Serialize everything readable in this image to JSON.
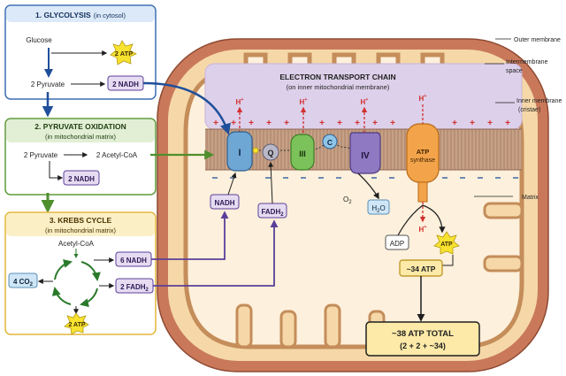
{
  "glycolysis": {
    "title": "1. GLYCOLYSIS",
    "location": "(in cytosol)",
    "glucose": "Glucose",
    "pyruvate": "2 Pyruvate",
    "atp": "2 ATP",
    "nadh": "2 NADH"
  },
  "pyruvate_oxidation": {
    "title": "2. PYRUVATE OXIDATION",
    "location": "(in mitochondrial matrix)",
    "input": "2 Pyruvate",
    "output": "2 Acetyl-CoA",
    "nadh": "2 NADH"
  },
  "krebs": {
    "title": "3. KREBS CYCLE",
    "location": "(in mitochondrial matrix)",
    "acetyl": "Acetyl-CoA",
    "nadh": "6 NADH",
    "fadh2_base": "2 FADH",
    "fadh2_sub": "2",
    "co2_base": "4 CO",
    "co2_sub": "2",
    "atp": "2 ATP"
  },
  "etc": {
    "title": "ELECTRON TRANSPORT CHAIN",
    "subtitle": "(on inner mitochondrial membrane)",
    "proton": "H",
    "proton_sup": "+",
    "plus": "+",
    "complex_1": "I",
    "q": "Q",
    "complex_3": "III",
    "c": "C",
    "complex_4": "IV",
    "atp_synthase_1": "ATP",
    "atp_synthase_2": "synthase",
    "nadh": "NADH",
    "fadh2_base": "FADH",
    "fadh2_sub": "2",
    "o2_base": "O",
    "o2_sub": "2",
    "h2o_h": "H",
    "h2o_2": "2",
    "h2o_o": "O",
    "adp": "ADP",
    "atp": "ATP",
    "atp_yield": "~34 ATP"
  },
  "labels": {
    "outer_membrane": "Outer membrane",
    "intermembrane_1": "Intermembrane",
    "intermembrane_2": "space",
    "inner_membrane_1": "Inner membrane",
    "inner_membrane_2": "(cristae)",
    "matrix": "Matrix"
  },
  "total": {
    "line1": "~38 ATP TOTAL",
    "line2": "(2 + 2 + ~34)"
  },
  "colors": {
    "glycolysis_border": "#3b6db3",
    "glycolysis_header": "#dce9f8",
    "pyruvate_border": "#5f9a3a",
    "pyruvate_header": "#e2efd5",
    "krebs_border": "#e3b53a",
    "krebs_header": "#fbefc6",
    "outer_membrane": "#c9795a",
    "intermembrane": "#f6d8a8",
    "matrix": "#fdf0dc",
    "etc_region": "#ddd0ea",
    "membrane_band": "#c6a184",
    "atp_star": "#f7e230",
    "nadh_box": "#e6dcf2",
    "complex_1": "#6ea6d4",
    "complex_3": "#7cc25b",
    "complex_4": "#8f79c2",
    "atp_synthase": "#f3a44a",
    "proton_red": "#d32f2f",
    "total_box": "#fdeaa8"
  }
}
